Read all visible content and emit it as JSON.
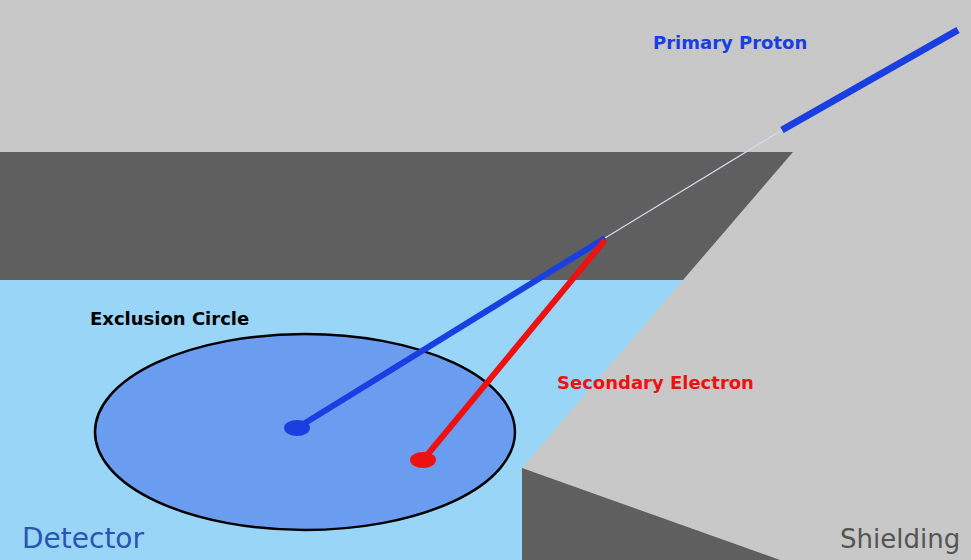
{
  "diagram": {
    "labels": [
      "Primary Proton",
      "Exclusion Circle",
      "Secondary Electron",
      "Shielding",
      "Detector"
    ]
  }
}
